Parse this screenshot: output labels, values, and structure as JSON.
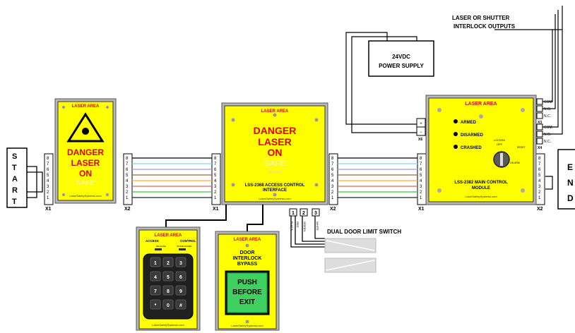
{
  "start_block": {
    "letters": [
      "S",
      "T",
      "A",
      "R",
      "T"
    ]
  },
  "end_block": {
    "letters": [
      "E",
      "N",
      "D"
    ]
  },
  "terminal_labels": {
    "x1": "X1",
    "x2": "X2",
    "x6": "X6",
    "x3": "X3",
    "x4": "X4"
  },
  "pin_numbers": [
    "8",
    "7",
    "6",
    "5",
    "4",
    "3",
    "2",
    "1"
  ],
  "sign_left": {
    "header": "LASER AREA",
    "line1": "DANGER",
    "line2": "LASER",
    "line3": "ON",
    "line4": "SAFE",
    "footer": "LaserSafetySystems.com"
  },
  "sign_middle": {
    "header": "LASER AREA",
    "line1": "DANGER",
    "line2": "LASER",
    "line3": "ON",
    "line4": "SAFE",
    "sub": "NOTICE",
    "model1": "LSS-2368 ACCESS CONTROL",
    "model2": "INTERFACE",
    "footer": "LaserSafetySystems.com"
  },
  "power_supply": {
    "line1": "24VDC",
    "line2": "POWER SUPPLY"
  },
  "interlock_outputs": {
    "line1": "LASER OR SHUTTER",
    "line2": "INTERLOCK OUTPUTS"
  },
  "main_module": {
    "header": "LASER AREA",
    "armed": "ARMED",
    "disarmed": "DISARMED",
    "crashed": "CRASHED",
    "locked": "LOCKED",
    "off": "OFF",
    "reset": "RESET",
    "on_arm": "ON ARM",
    "model1": "LSS-2382 MAIN CONTROL",
    "model2": "MODULE",
    "footer": "LaserSafetySystems.com"
  },
  "relay_labels": [
    "COM",
    "N.O.",
    "N.C.",
    "COM",
    "N.O.",
    "N.C."
  ],
  "door_switch": {
    "title": "DUAL DOOR LIMIT SWITCH",
    "terminals": [
      "1",
      "2",
      "3"
    ],
    "wires": [
      "BLACK",
      "RED",
      "GREEN",
      "WHITE"
    ]
  },
  "keypad": {
    "header": "LASER AREA",
    "access": "ACCESS",
    "control": "CONTROL",
    "sub_left": "RELEASE",
    "sub_right": "INTERLOCKED",
    "keys": [
      "1",
      "2",
      "3",
      "4",
      "5",
      "6",
      "7",
      "8",
      "9",
      "*",
      "0",
      "#"
    ],
    "footer": "LaserSafetySystems.com"
  },
  "bypass": {
    "header": "LASER AREA",
    "title1": "DOOR",
    "title2": "INTERLOCK",
    "title3": "BYPASS",
    "btn1": "PUSH",
    "btn2": "BEFORE",
    "btn3": "EXIT",
    "footer": "LaserSafetySystems.com"
  },
  "colors": {
    "yellow": "#ffff00",
    "red": "#e00000",
    "frame": "#3c3c3c",
    "wire_colors": [
      "#000000",
      "#7fd6ff",
      "#9a9aff",
      "#8a6e3f",
      "#ffb030",
      "#e06060",
      "#40c040",
      "#222222"
    ]
  }
}
